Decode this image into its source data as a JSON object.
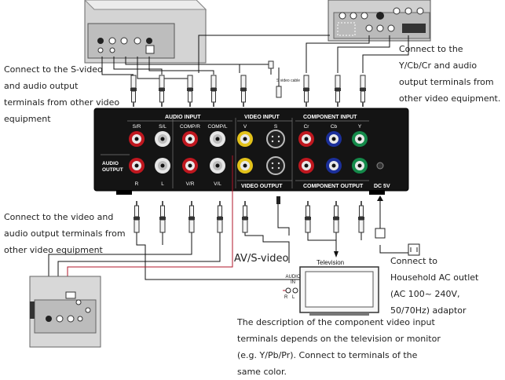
{
  "notes": {
    "s_video_in": "Connect to the S-video\nand audio output\nterminals from other video\nequipment",
    "component_in": "Connect to the\nY/Cb/Cr and audio\noutput terminals from\nother video equipment.",
    "video_out": "Connect to the video and\naudio output terminals from\nother video equipment",
    "ac": "Connect to\nHousehold AC outlet\n(AC 100~ 240V,\n50/70Hz) adaptor",
    "description": "The description of the component video input\nterminals depends on the television or monitor\n(e.g. Y/Pb/Pr). Connect to terminals of the\nsame color."
  },
  "labels": {
    "av_svideo": "AV/S-video",
    "television": "Television",
    "svideo_cable": "S video cable",
    "audio_in": "AUDIO\nIN",
    "r": "R",
    "l": "L"
  },
  "panel": {
    "audio_input": "AUDIO INPUT",
    "video_input": "VIDEO INPUT",
    "component_input": "COMPONENT INPUT",
    "audio_output": "AUDIO\nOUTPUT",
    "video_output": "VIDEO OUTPUT",
    "component_output": "COMPONENT OUTPUT",
    "dc": "DC 5V",
    "jack_labels": {
      "sr": "S/R",
      "sl": "S/L",
      "compr": "COMP/R",
      "compl": "COMP/L",
      "v": "V",
      "s": "S",
      "cr": "Cr",
      "cb": "Cb",
      "y": "Y",
      "r": "R",
      "l": "L",
      "vr": "V/R",
      "vl": "V/L"
    }
  },
  "colors": {
    "panel": "#141414",
    "red": "#c0171f",
    "white": "#e6e6e6",
    "yellow": "#e3c21a",
    "blue": "#1b2f9a",
    "green": "#148a4a",
    "device": "#dcdcdc"
  }
}
